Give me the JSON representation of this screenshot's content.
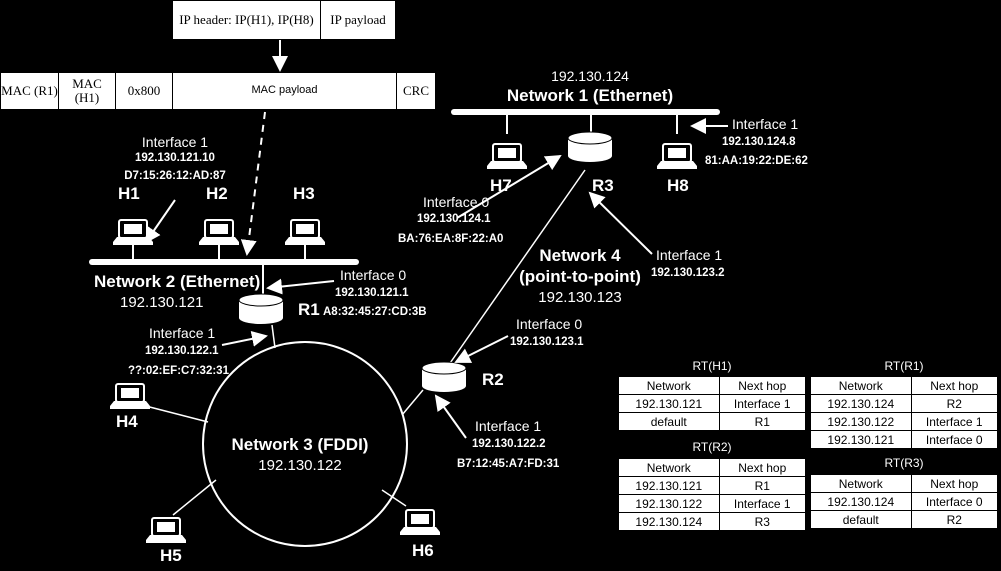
{
  "ip_packet": {
    "header": "IP header: IP(H1), IP(H8)",
    "payload": "IP payload"
  },
  "mac_frame": {
    "mac_r1": "MAC (R1)",
    "mac_h1": "MAC (H1)",
    "type": "0x800",
    "payload": "MAC payload",
    "crc": "CRC"
  },
  "network1": {
    "addr": "192.130.124",
    "name": "Network 1 (Ethernet)"
  },
  "network2": {
    "name": "Network 2 (Ethernet)",
    "addr": "192.130.121"
  },
  "network3": {
    "name": "Network 3 (FDDI)",
    "addr": "192.130.122"
  },
  "network4": {
    "name1": "Network 4",
    "name2": "(point-to-point)",
    "addr": "192.130.123"
  },
  "hosts": {
    "h1": "H1",
    "h2": "H2",
    "h3": "H3",
    "h4": "H4",
    "h5": "H5",
    "h6": "H6",
    "h7": "H7",
    "h8": "H8"
  },
  "routers": {
    "r1": "R1",
    "r2": "R2",
    "r3": "R3"
  },
  "interfaces": {
    "h1_if1": {
      "name": "Interface 1",
      "ip": "192.130.121.10",
      "mac": "D7:15:26:12:AD:87"
    },
    "h8_if1": {
      "name": "Interface 1",
      "ip": "192.130.124.8",
      "mac": "81:AA:19:22:DE:62"
    },
    "r3_if0": {
      "name": "Interface 0",
      "ip": "192.130.124.1",
      "mac": "BA:76:EA:8F:22:A0"
    },
    "r3_if1": {
      "name": "Interface 1",
      "ip": "192.130.123.2"
    },
    "r1_if0": {
      "name": "Interface 0",
      "ip": "192.130.121.1",
      "mac": "A8:32:45:27:CD:3B"
    },
    "r1_if1": {
      "name": "Interface 1",
      "ip": "192.130.122.1",
      "mac": "??:02:EF:C7:32:31"
    },
    "r2_if0": {
      "name": "Interface 0",
      "ip": "192.130.123.1"
    },
    "r2_if1": {
      "name": "Interface 1",
      "ip": "192.130.122.2",
      "mac": "B7:12:45:A7:FD:31"
    }
  },
  "tables": {
    "rt_h1": {
      "title": "RT(H1)",
      "head": [
        "Network",
        "Next hop"
      ],
      "rows": [
        [
          "192.130.121",
          "Interface 1"
        ],
        [
          "default",
          "R1"
        ]
      ]
    },
    "rt_r1": {
      "title": "RT(R1)",
      "head": [
        "Network",
        "Next hop"
      ],
      "rows": [
        [
          "192.130.124",
          "R2"
        ],
        [
          "192.130.122",
          "Interface 1"
        ],
        [
          "192.130.121",
          "Interface 0"
        ]
      ]
    },
    "rt_r2": {
      "title": "RT(R2)",
      "head": [
        "Network",
        "Next hop"
      ],
      "rows": [
        [
          "192.130.121",
          "R1"
        ],
        [
          "192.130.122",
          "Interface 1"
        ],
        [
          "192.130.124",
          "R3"
        ]
      ]
    },
    "rt_r3": {
      "title": "RT(R3)",
      "head": [
        "Network",
        "Next hop"
      ],
      "rows": [
        [
          "192.130.124",
          "Interface 0"
        ],
        [
          "default",
          "R2"
        ]
      ]
    }
  }
}
